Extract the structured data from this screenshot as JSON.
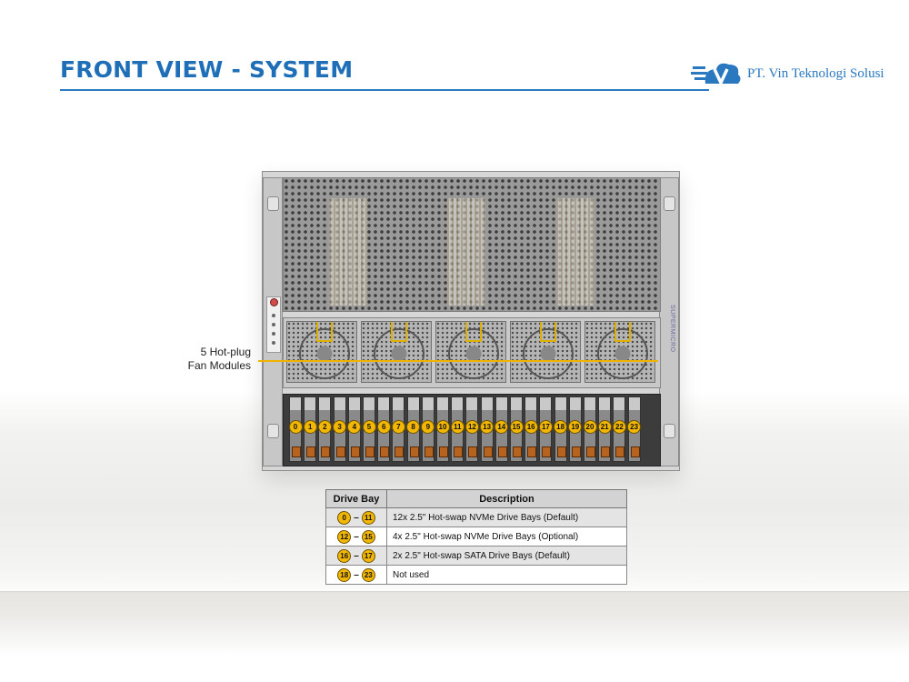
{
  "header": {
    "title": "FRONT VIEW - SYSTEM",
    "brand_name": "PT. Vin Teknologi Solusi",
    "logo_icon": "cloud-v-logo-icon"
  },
  "colors": {
    "title_blue": "#1f6fb8",
    "badge_yellow": "#f2b705",
    "drive_tab": "#b5631e"
  },
  "server": {
    "vendor_label": "SUPERMICRO",
    "fan_callout": [
      "5 Hot-plug",
      "Fan Modules"
    ],
    "fan_count": 5,
    "drive_bays": [
      "0",
      "1",
      "2",
      "3",
      "4",
      "5",
      "6",
      "7",
      "8",
      "9",
      "10",
      "11",
      "12",
      "13",
      "14",
      "15",
      "16",
      "17",
      "18",
      "19",
      "20",
      "21",
      "22",
      "23"
    ]
  },
  "drive_table": {
    "headers": [
      "Drive Bay",
      "Description"
    ],
    "rows": [
      {
        "from": "0",
        "to": "11",
        "description": "12x 2.5\" Hot-swap NVMe Drive  Bays (Default)"
      },
      {
        "from": "12",
        "to": "15",
        "description": "4x 2.5\" Hot-swap NVMe Drive  Bays (Optional)"
      },
      {
        "from": "16",
        "to": "17",
        "description": "2x 2.5\" Hot-swap SATA Drive  Bays (Default)"
      },
      {
        "from": "18",
        "to": "23",
        "description": "Not used"
      }
    ]
  }
}
